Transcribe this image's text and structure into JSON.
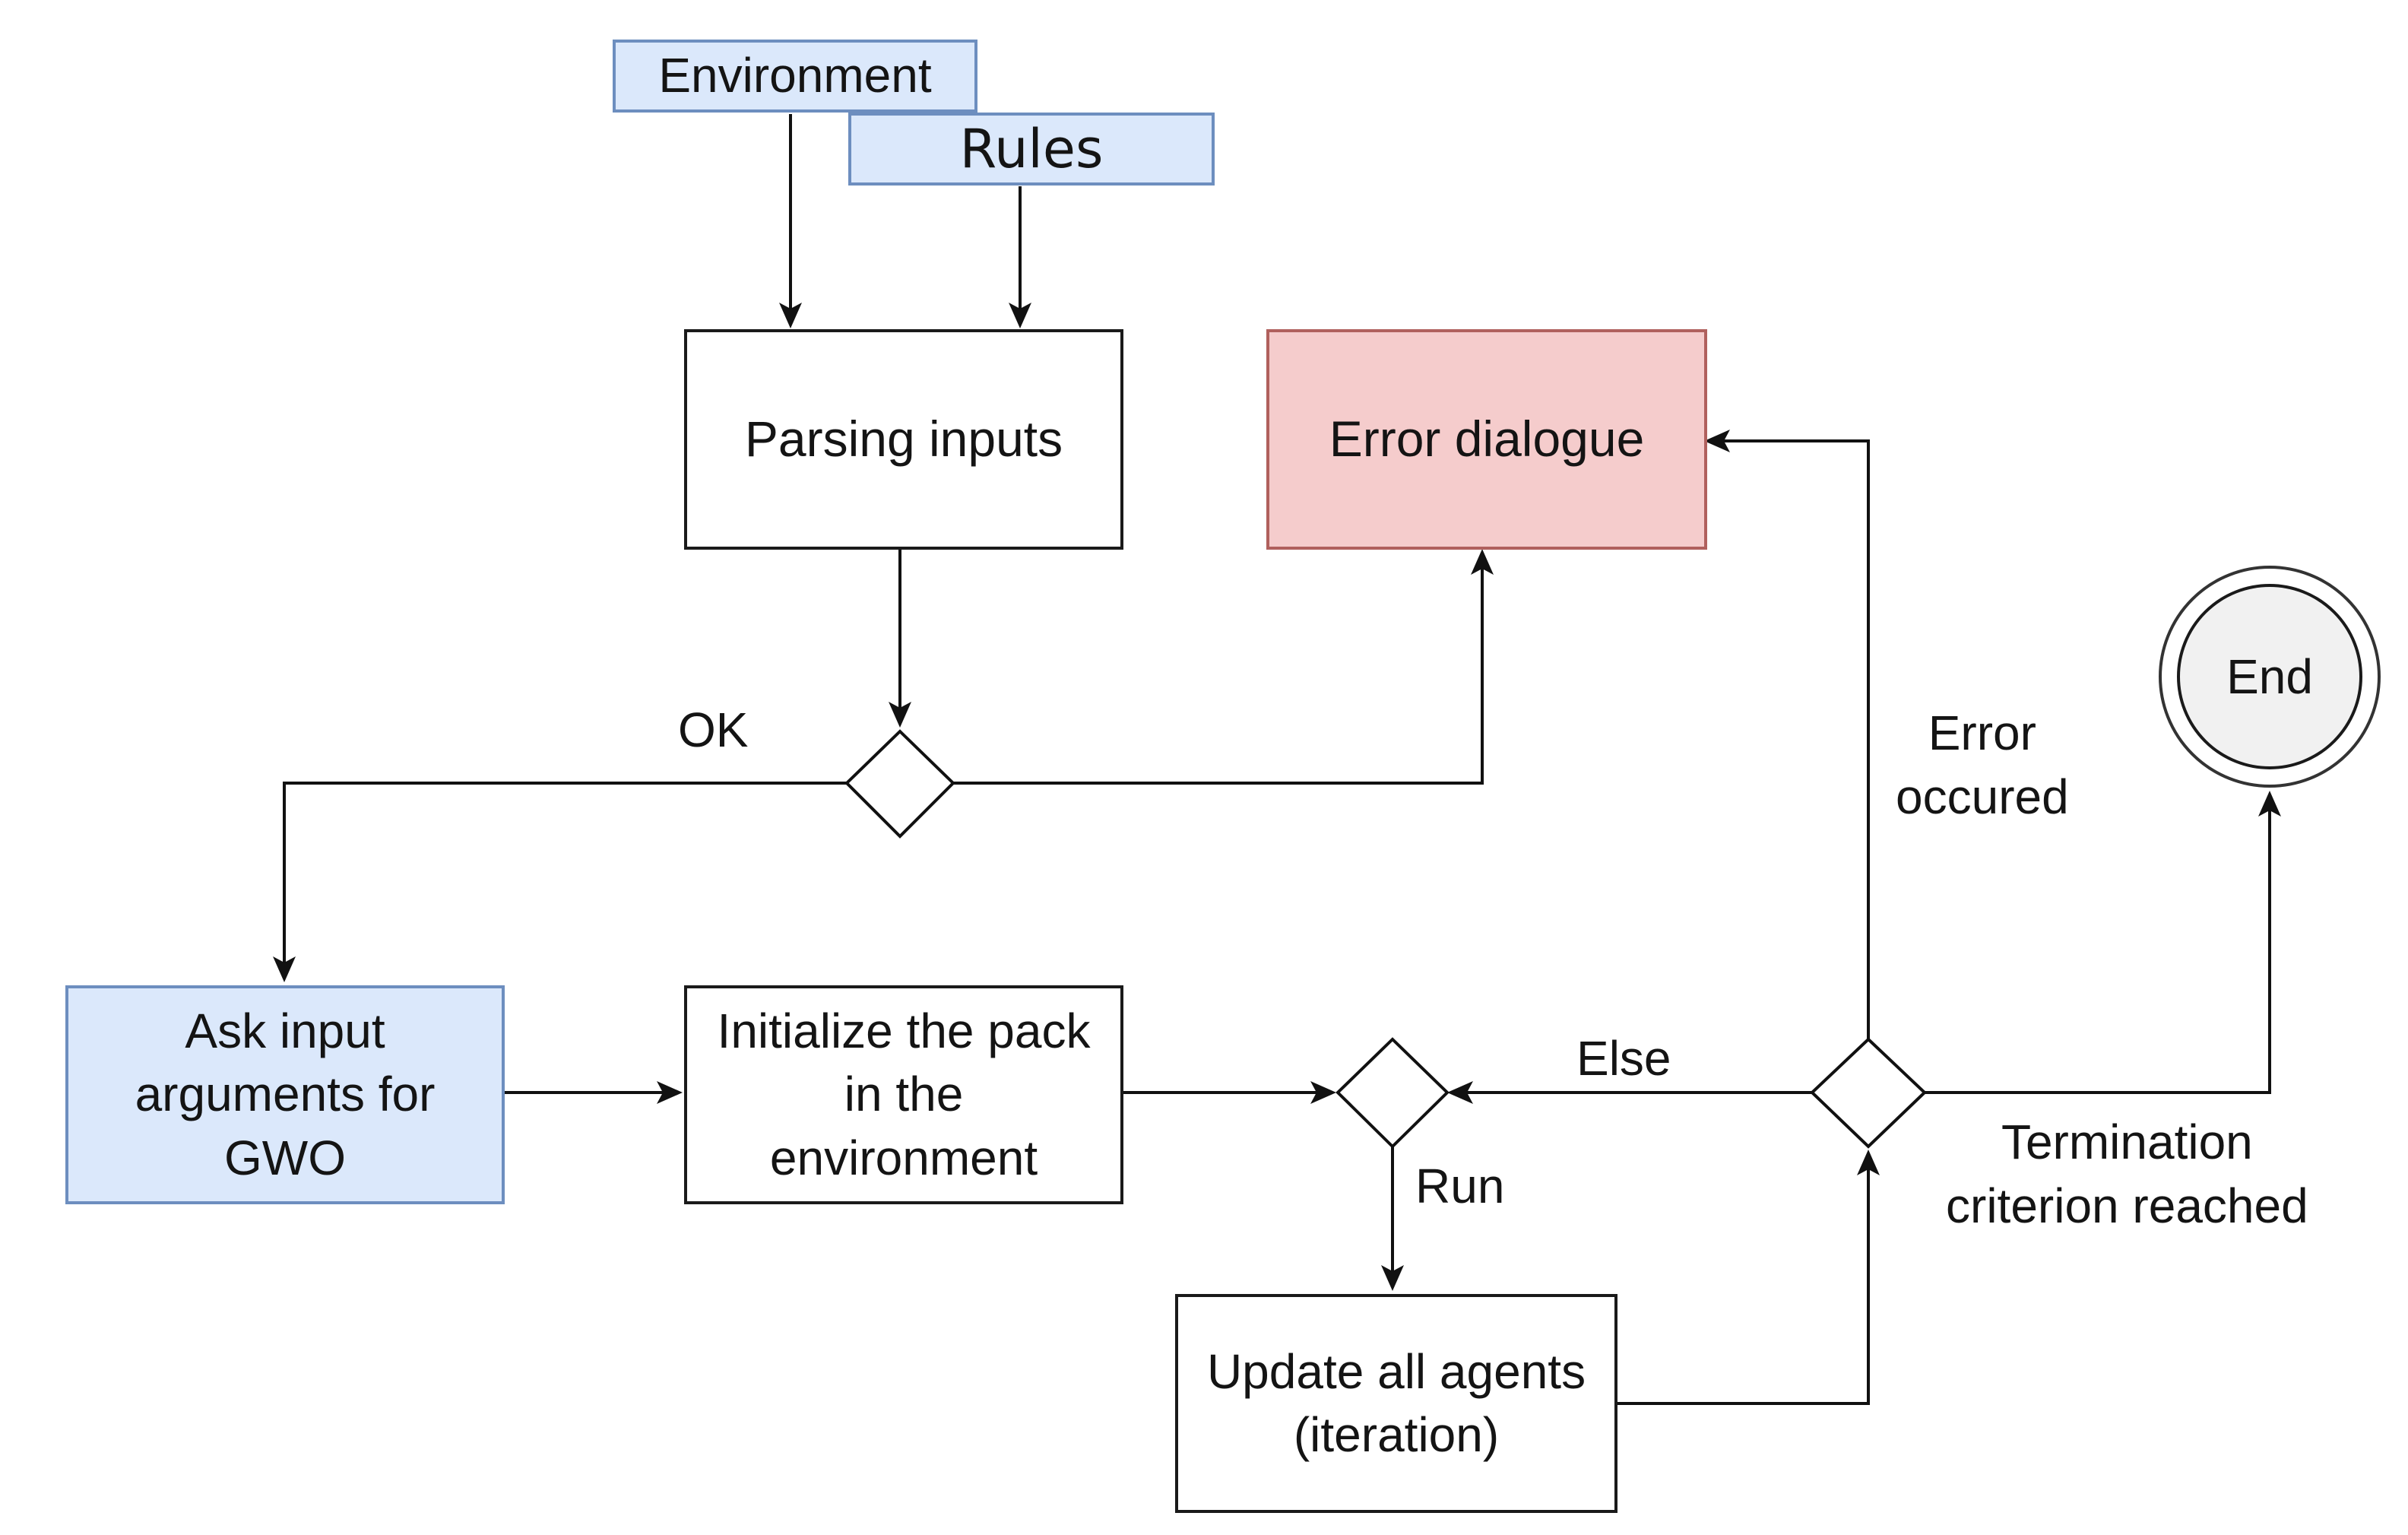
{
  "colors": {
    "input_fill": "#dbe8fb",
    "input_border": "#6d8ebf",
    "error_fill": "#f5cccc",
    "error_border": "#b0605d",
    "end_fill": "#f1f1f1",
    "line": "#111111"
  },
  "nodes": {
    "environment": "Environment",
    "rules": "Rules",
    "parsing_inputs": "Parsing inputs",
    "error_dialogue": "Error dialogue",
    "ask_input": [
      "Ask input",
      "arguments for",
      "GWO"
    ],
    "initialize": [
      "Initialize the pack",
      "in the",
      "environment"
    ],
    "update_agents": [
      "Update all agents",
      "(iteration)"
    ],
    "end": "End"
  },
  "edge_labels": {
    "ok": "OK",
    "error_occured": [
      "Error",
      "occured"
    ],
    "else": "Else",
    "run": "Run",
    "termination": [
      "Termination",
      "criterion reached"
    ]
  }
}
